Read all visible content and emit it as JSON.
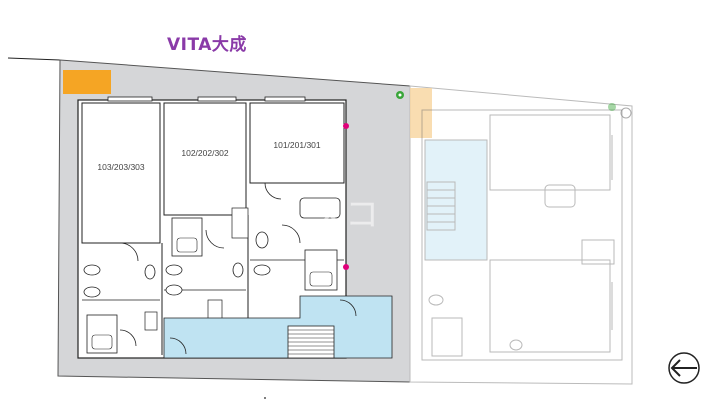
{
  "title": "VITA大成",
  "units": [
    {
      "label": "103/203/303"
    },
    {
      "label": "102/202/302"
    },
    {
      "label": "101/201/301"
    }
  ],
  "watermark": "スコ",
  "colors": {
    "title": "#8a3aa8",
    "site": "#d5d6d8",
    "parking": "#f5a524",
    "common_area": "#bfe3f2",
    "marker": "#e0007a",
    "tree": "#3aa63a"
  },
  "icons": [
    "north-arrow-icon",
    "tree-icon",
    "marker-dot-icon"
  ]
}
